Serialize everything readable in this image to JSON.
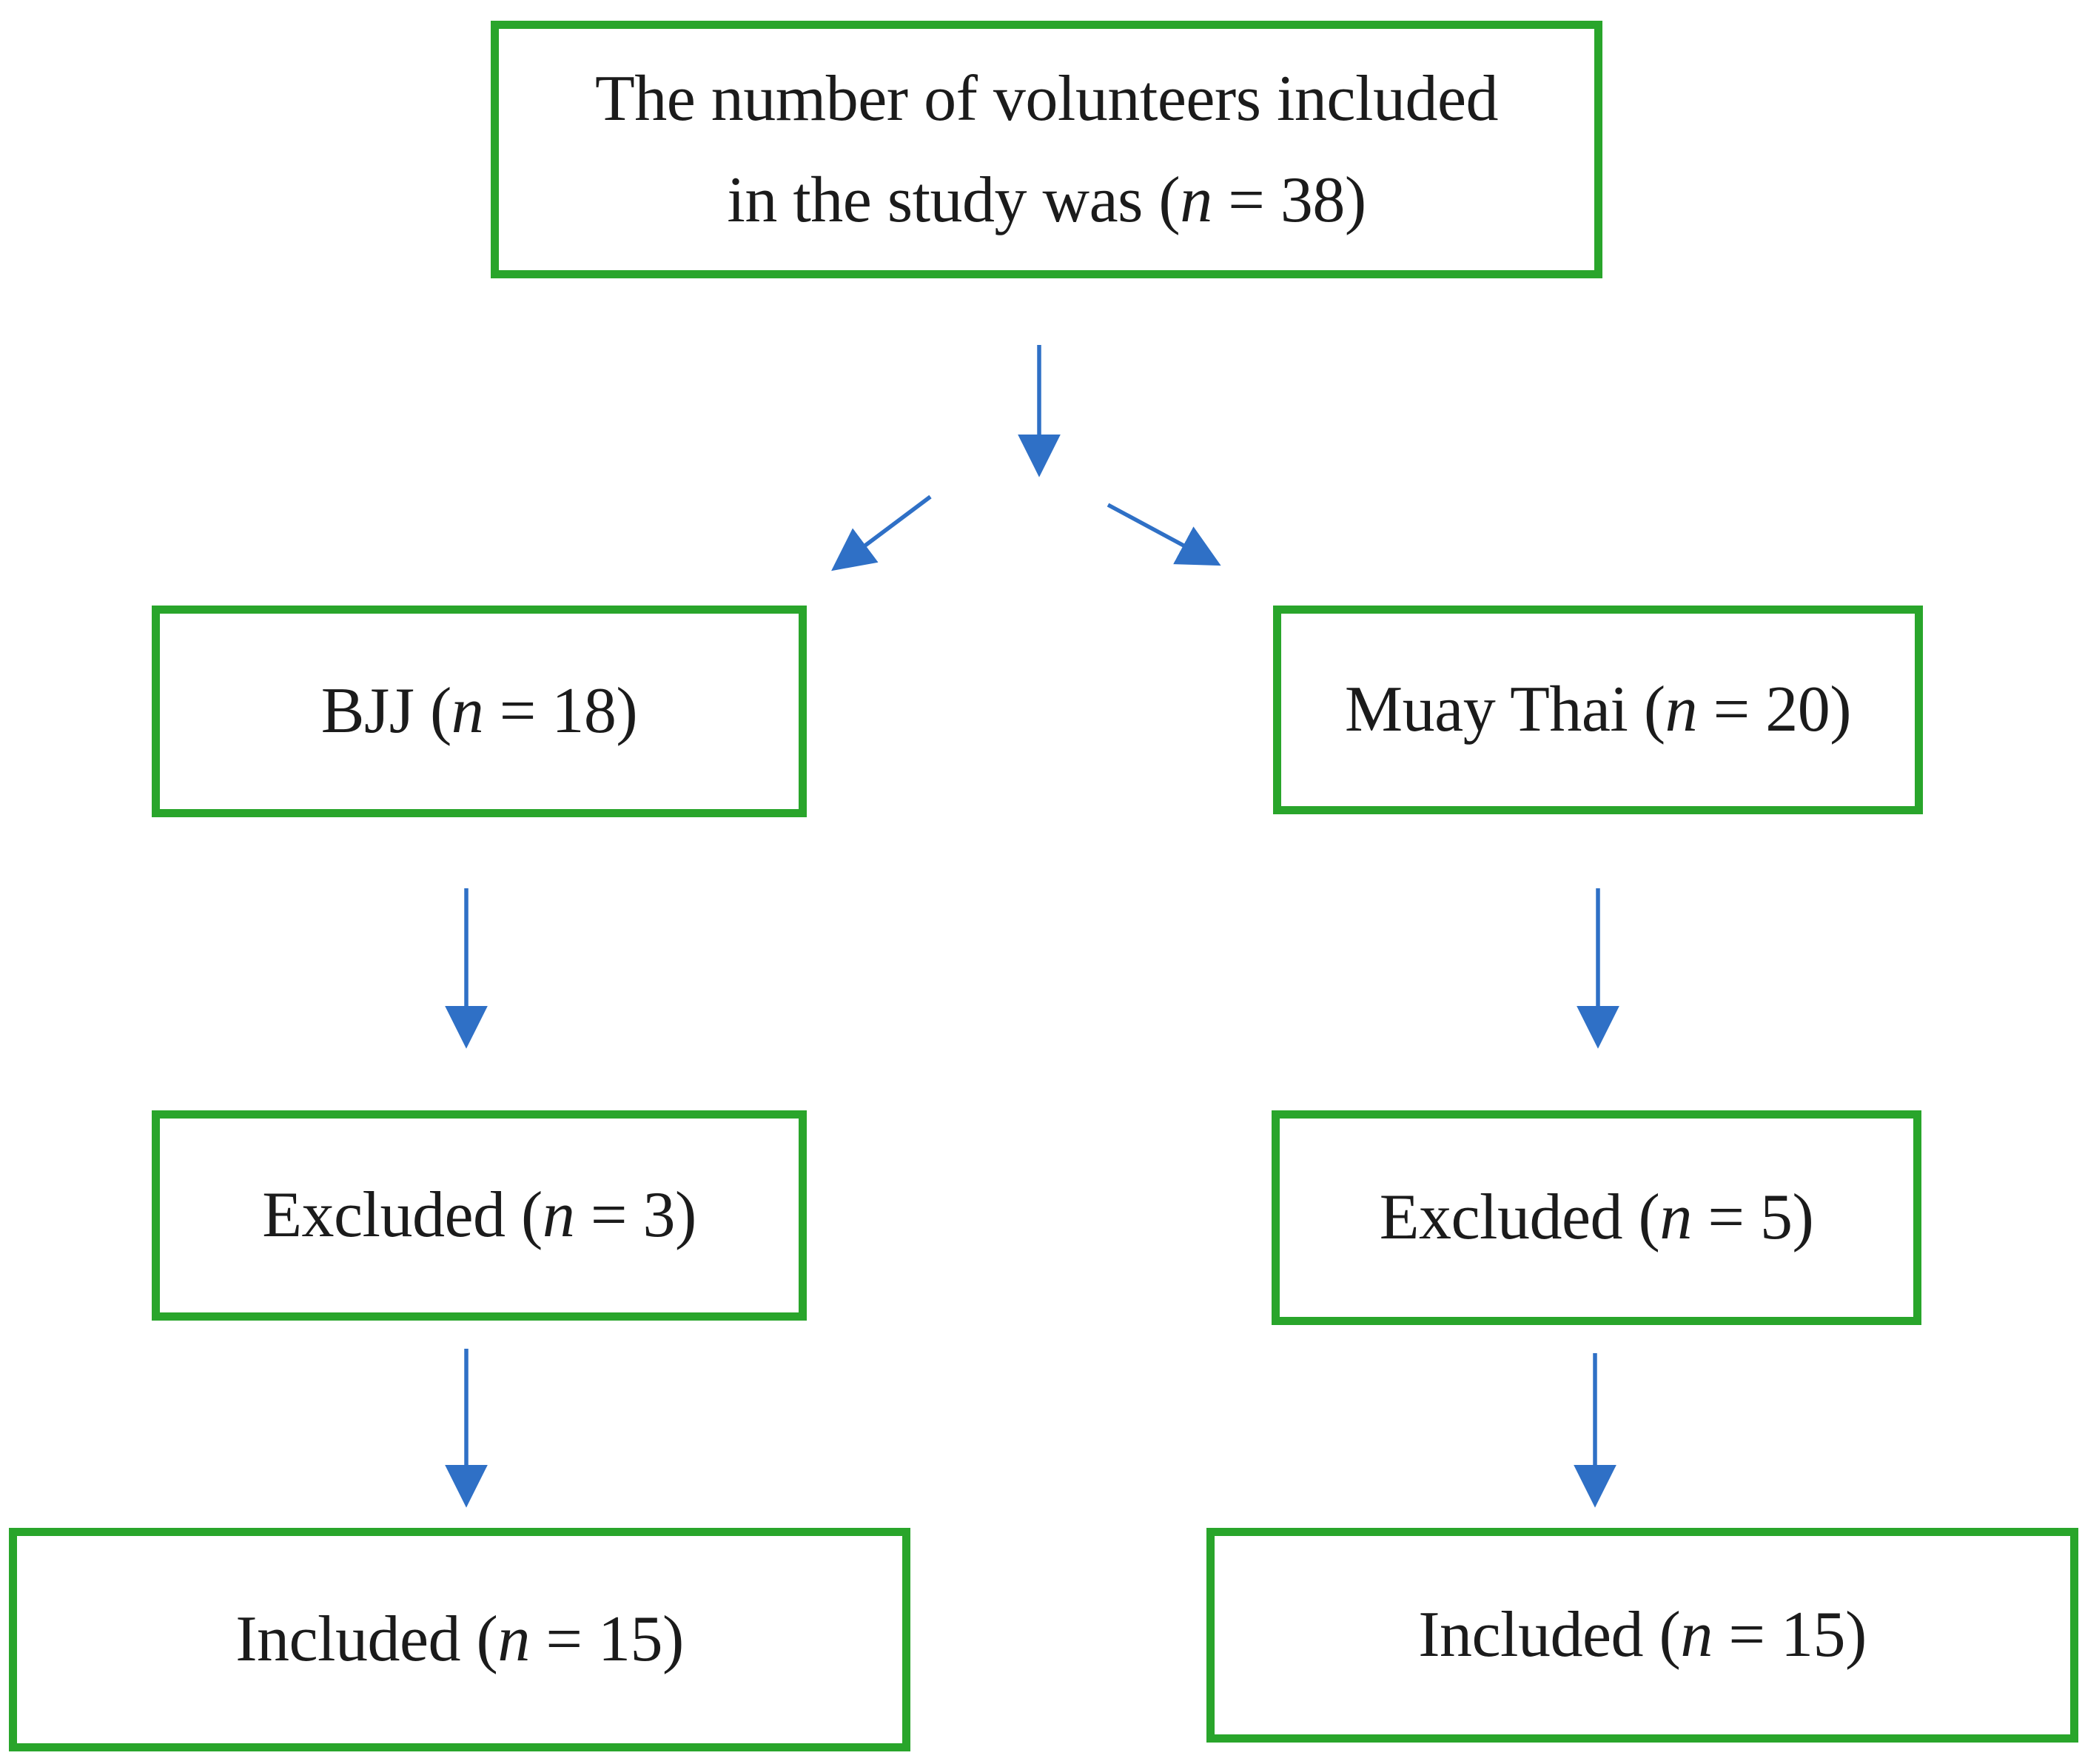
{
  "figure": {
    "title": "Volunteer flow diagram",
    "type": "flowchart"
  },
  "colors": {
    "box_border": "#29a52b",
    "arrow": "#2f70c6",
    "text": "#1b1b1b",
    "background": "#ffffff"
  },
  "nodes": {
    "total": {
      "line1": "The number of volunteers included",
      "line2_pre": "in the study was (",
      "line2_var": "n",
      "line2_post": " = 38)"
    },
    "bjj": {
      "pre": "BJJ (",
      "var": "n",
      "post": " = 18)"
    },
    "muay_thai": {
      "pre": "Muay Thai (",
      "var": "n",
      "post": " = 20)"
    },
    "excluded_bjj": {
      "pre": "Excluded (",
      "var": "n",
      "post": " = 3)"
    },
    "excluded_muay_thai": {
      "pre": "Excluded (",
      "var": "n",
      "post": " = 5)"
    },
    "included_bjj": {
      "pre": "Included (",
      "var": "n",
      "post": " = 15)"
    },
    "included_muay_thai": {
      "pre": "Included (",
      "var": "n",
      "post": " = 15)"
    }
  },
  "values": {
    "total": 38,
    "bjj": 18,
    "muay_thai": 20,
    "excluded_bjj": 3,
    "excluded_muay_thai": 5,
    "included_bjj": 15,
    "included_muay_thai": 15
  },
  "edges": [
    {
      "from": "total",
      "to": "bjj"
    },
    {
      "from": "total",
      "to": "muay_thai"
    },
    {
      "from": "bjj",
      "to": "excluded_bjj"
    },
    {
      "from": "muay_thai",
      "to": "excluded_muay_thai"
    },
    {
      "from": "excluded_bjj",
      "to": "included_bjj"
    },
    {
      "from": "excluded_muay_thai",
      "to": "included_muay_thai"
    }
  ]
}
